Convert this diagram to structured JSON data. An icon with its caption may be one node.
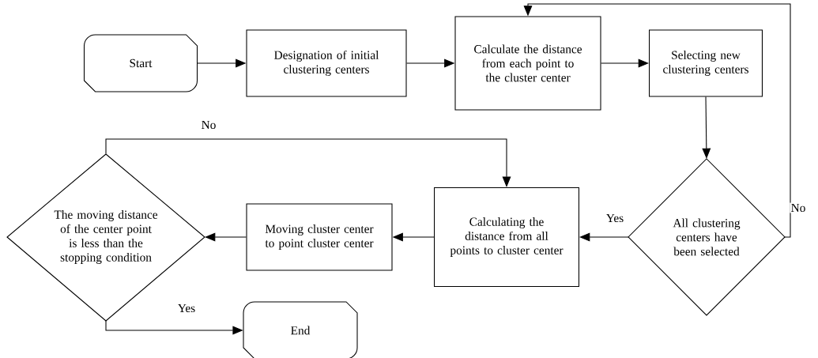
{
  "diagram": {
    "nodes": [
      {
        "text": [
          "Start"
        ]
      },
      {
        "text": [
          "Designation of initial clustering centers"
        ]
      },
      {
        "text": [
          "Calculate the distance from each point to the cluster center"
        ]
      },
      {
        "text": [
          "Selecting new clustering centers"
        ]
      },
      {
        "text": [
          "All clustering centers have been selected"
        ]
      },
      {
        "text": [
          "Calculating the distance from all points to cluster center"
        ]
      },
      {
        "text": [
          "Moving cluster center to point cluster center"
        ]
      },
      {
        "text": [
          "The moving distance of the center point is less than the stopping condition"
        ]
      },
      {
        "text": [
          "End"
        ]
      }
    ],
    "edges": [
      {
        "from": 0,
        "to": 1,
        "arrow": "to"
      },
      {
        "from": 1,
        "to": 2,
        "arrow": "to"
      },
      {
        "from": 2,
        "to": 3,
        "arrow": "to"
      },
      {
        "from": 3,
        "to": 4,
        "arrow": "to"
      },
      {
        "from": 4,
        "to": 5,
        "arrow": "to",
        "label": "Yes"
      },
      {
        "from": 4,
        "to": 2,
        "arrow": "to",
        "label": "No"
      },
      {
        "from": 5,
        "to": 6,
        "arrow": "to"
      },
      {
        "from": 6,
        "to": 7,
        "arrow": "to"
      },
      {
        "from": 7,
        "to": 5,
        "arrow": "to",
        "label": "No"
      },
      {
        "from": 7,
        "to": 8,
        "arrow": "to",
        "label": "Yes"
      }
    ]
  }
}
